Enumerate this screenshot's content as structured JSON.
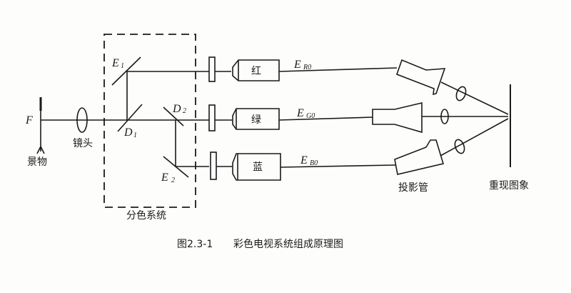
{
  "figure": {
    "caption_number": "图2.3-1",
    "caption_title": "彩色电视系统组成原理图"
  },
  "labels": {
    "object_point": "F",
    "scene": "景物",
    "lens": "镜头",
    "color_separation_system": "分色系统",
    "projection_tubes": "投影管",
    "reproduced_image": "重现图象"
  },
  "mirrors": {
    "E1": {
      "main": "E",
      "sub": "1"
    },
    "D1": {
      "main": "D",
      "sub": "1"
    },
    "D2": {
      "main": "D",
      "sub": "2"
    },
    "E2": {
      "main": "E",
      "sub": "2"
    }
  },
  "channels": [
    {
      "name": "red",
      "tube_label": "红",
      "signal_main": "E",
      "signal_sub": "R0"
    },
    {
      "name": "green",
      "tube_label": "绿",
      "signal_main": "E",
      "signal_sub": "G0"
    },
    {
      "name": "blue",
      "tube_label": "蓝",
      "signal_main": "E",
      "signal_sub": "B0"
    }
  ],
  "colors": {
    "ink": "#1a1a1a",
    "paper": "#fdfdfb"
  }
}
